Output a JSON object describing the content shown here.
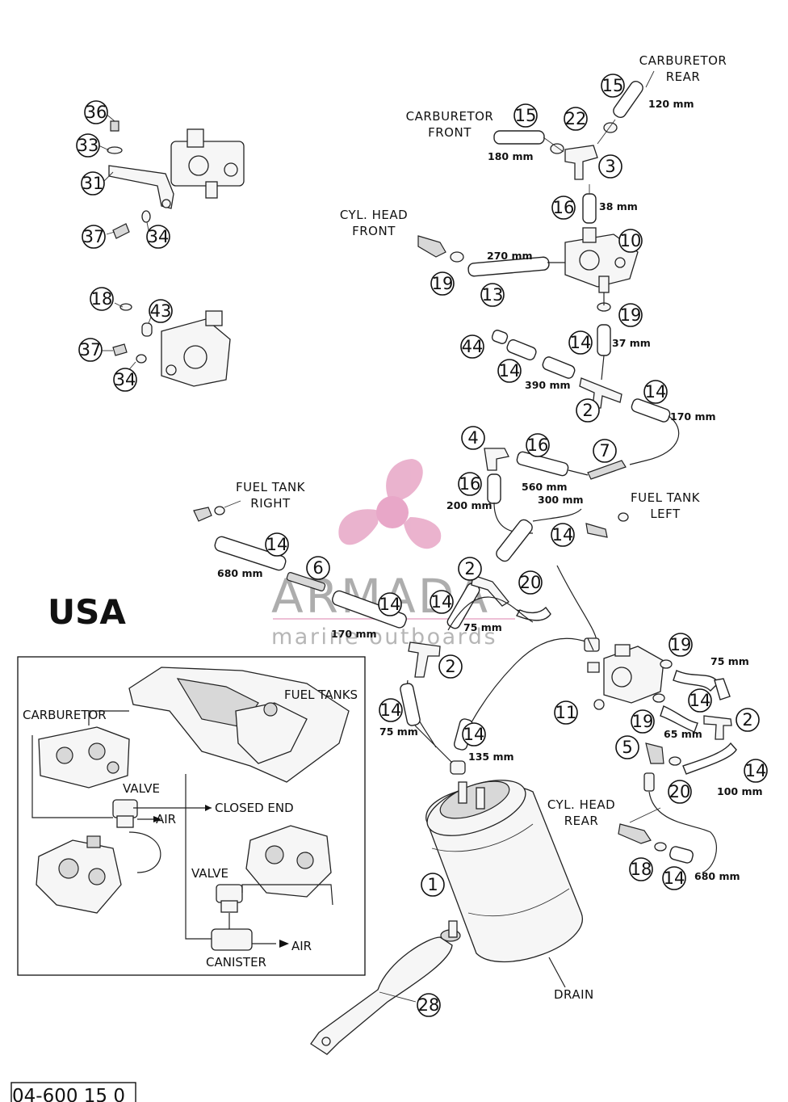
{
  "region_label": "USA",
  "drawing_code": "04-600 15 0",
  "watermark": {
    "brand": "ARMADA",
    "tagline": "marine outboards",
    "color": "#e8a8c8"
  },
  "labels": {
    "carb_rear_1": "CARBURETOR",
    "carb_rear_2": "REAR",
    "carb_front_1": "CARBURETOR",
    "carb_front_2": "FRONT",
    "cyl_front_1": "CYL. HEAD",
    "cyl_front_2": "FRONT",
    "tank_right_1": "FUEL TANK",
    "tank_right_2": "RIGHT",
    "tank_left_1": "FUEL TANK",
    "tank_left_2": "LEFT",
    "cyl_rear_1": "CYL. HEAD",
    "cyl_rear_2": "REAR",
    "drain": "DRAIN"
  },
  "dimensions": {
    "d120": "120 mm",
    "d180": "180 mm",
    "d38": "38 mm",
    "d270": "270 mm",
    "d37": "37 mm",
    "d390": "390 mm",
    "d170a": "170 mm",
    "d560": "560 mm",
    "d300": "300 mm",
    "d200": "200 mm",
    "d680a": "680 mm",
    "d170b": "170 mm",
    "d75a": "75 mm",
    "d75b": "75 mm",
    "d135": "135 mm",
    "d75c": "75 mm",
    "d65": "65 mm",
    "d100": "100 mm",
    "d680b": "680 mm"
  },
  "inset": {
    "carburetor": "CARBURETOR",
    "fuel_tanks": "FUEL TANKS",
    "valve1": "VALVE",
    "air1": "AIR",
    "closed_end": "CLOSED END",
    "valve2": "VALVE",
    "air2": "AIR",
    "canister": "CANISTER"
  },
  "parts": {
    "p36": "36",
    "p33": "33",
    "p31": "31",
    "p37a": "37",
    "p34a": "34",
    "p18a": "18",
    "p43": "43",
    "p37b": "37",
    "p34b": "34",
    "p15a": "15",
    "p15b": "15",
    "p22": "22",
    "p3": "3",
    "p16a": "16",
    "p10": "10",
    "p19a": "19",
    "p13": "13",
    "p19b": "19",
    "p44": "44",
    "p14a": "14",
    "p14b": "14",
    "p2a": "2",
    "p14c": "14",
    "p4": "4",
    "p16b": "16",
    "p7": "7",
    "p16c": "16",
    "p14d": "14",
    "p14e": "14",
    "p6": "6",
    "p14f": "14",
    "p14g": "14",
    "p2b": "2",
    "p20a": "20",
    "p2c": "2",
    "p14h": "14",
    "p14i": "14",
    "p1": "1",
    "p28": "28",
    "p19c": "19",
    "p14j": "14",
    "p11": "11",
    "p19d": "19",
    "p2d": "2",
    "p5": "5",
    "p14k": "14",
    "p20b": "20",
    "p18b": "18",
    "p14l": "14"
  }
}
